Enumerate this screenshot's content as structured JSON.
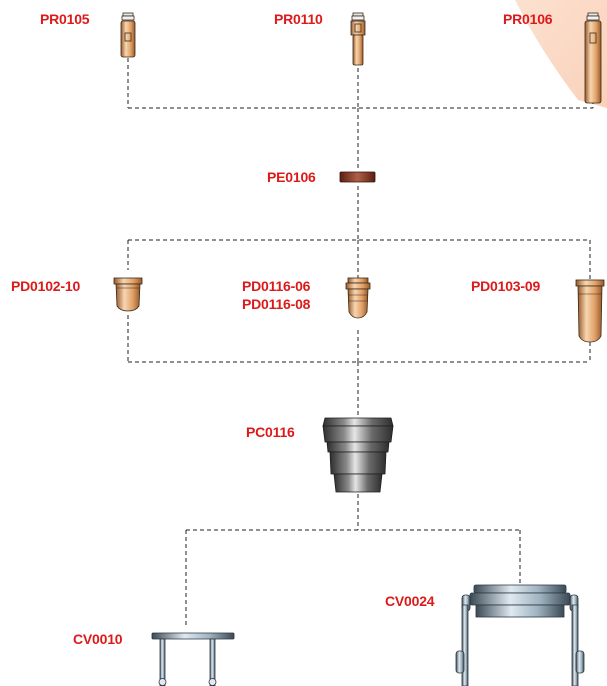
{
  "colors": {
    "label": "#dd1a1a",
    "connector": "#222222",
    "corner_highlight": "#f9c9ad",
    "copper_light": "#f7d6b2",
    "copper_mid": "#e0a066",
    "copper_dark": "#9a5a2a",
    "electrode_dark": "#5a1e10",
    "electrode_light": "#b0604a",
    "cap_light": "#e6e6e6",
    "cap_mid": "#8a8a8a",
    "cap_dark": "#2e2e2e",
    "steel_light": "#dfe9f0",
    "steel_mid": "#9fb3c0",
    "steel_dark": "#3b4a55"
  },
  "parts": {
    "pr0105": {
      "label": "PR0105",
      "icon": "swirl-ring-short-icon"
    },
    "pr0110": {
      "label": "PR0110",
      "icon": "swirl-ring-medium-icon"
    },
    "pr0106": {
      "label": "PR0106",
      "icon": "swirl-ring-long-icon"
    },
    "pe0106": {
      "label": "PE0106",
      "icon": "electrode-icon"
    },
    "pd0102": {
      "label": "PD0102-10",
      "icon": "nozzle-short-icon"
    },
    "pd0116": {
      "label_1": "PD0116-06",
      "label_2": "PD0116-08",
      "icon": "nozzle-medium-icon"
    },
    "pd0103": {
      "label": "PD0103-09",
      "icon": "nozzle-long-icon"
    },
    "pc0116": {
      "label": "PC0116",
      "icon": "retaining-cap-icon"
    },
    "cv0010": {
      "label": "CV0010",
      "icon": "guide-small-icon"
    },
    "cv0024": {
      "label": "CV0024",
      "icon": "guide-large-icon"
    }
  }
}
